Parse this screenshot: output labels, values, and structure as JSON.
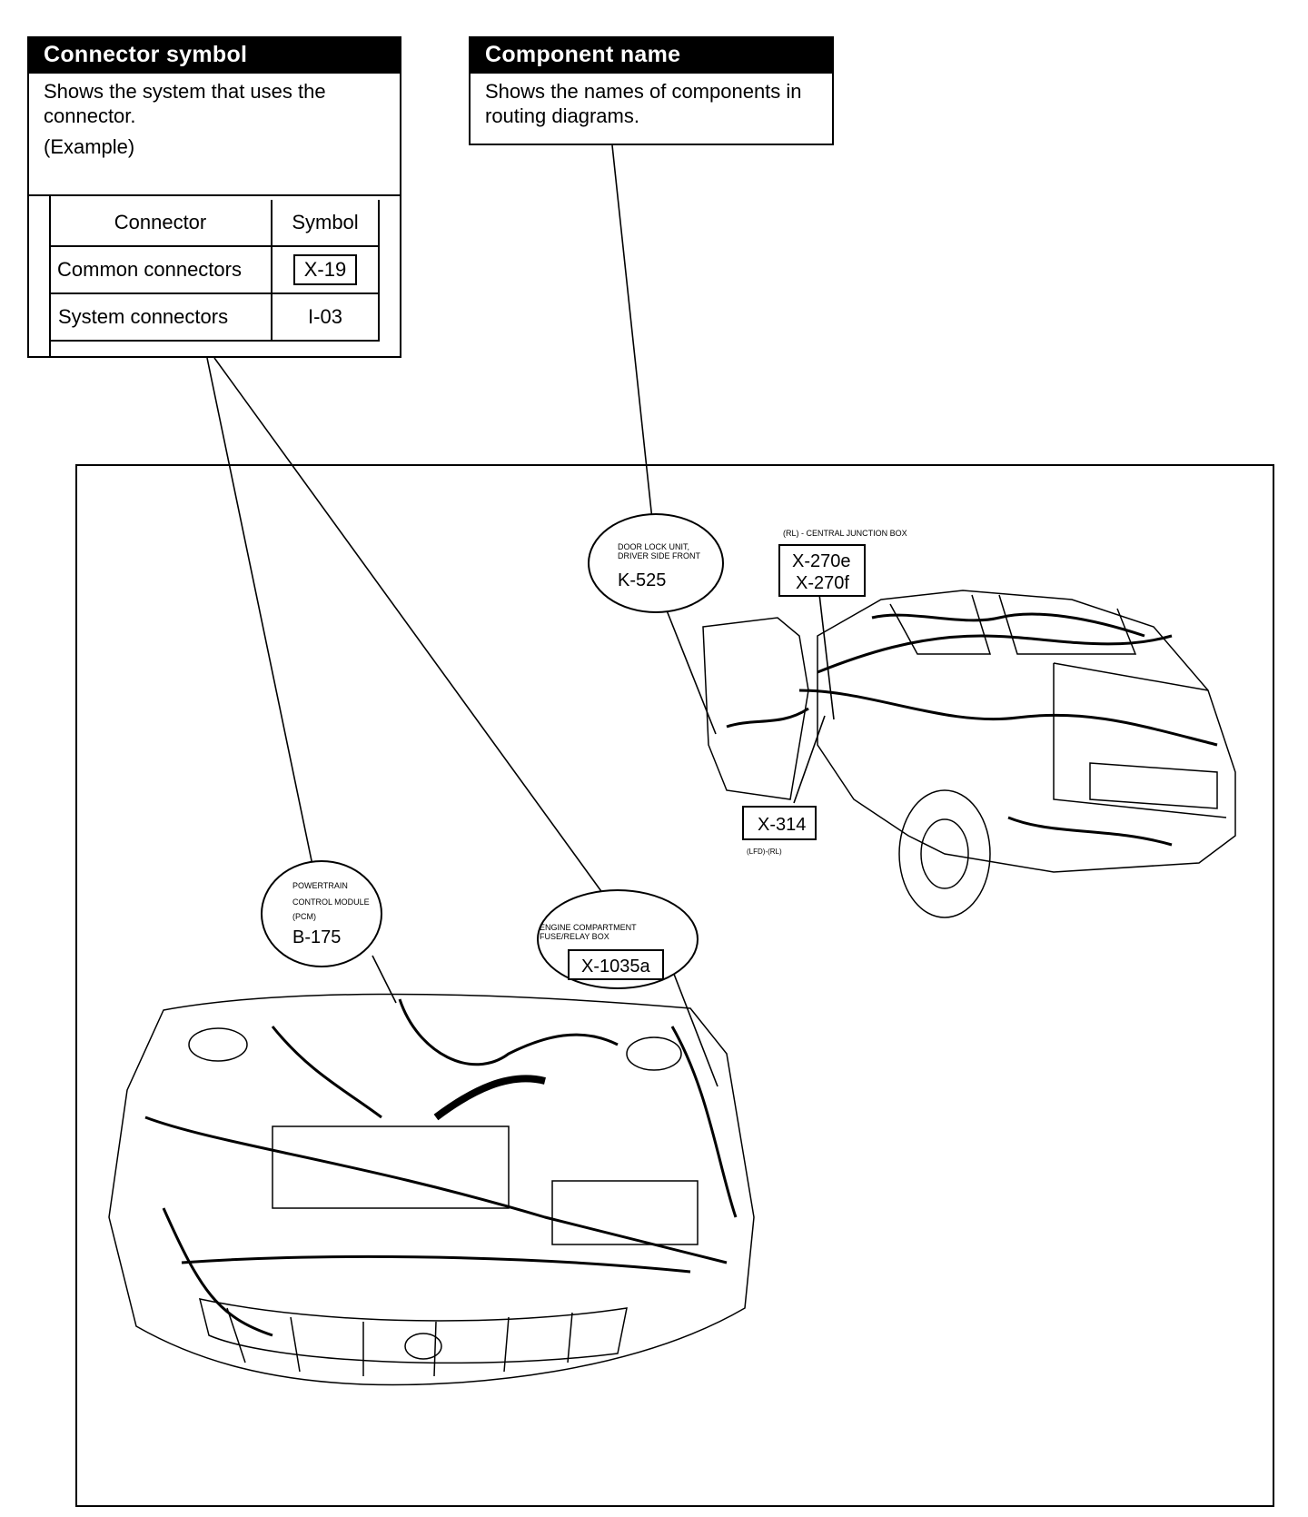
{
  "connector_symbol": {
    "title": "Connector symbol",
    "description": "Shows the system that uses the connector.",
    "example_label": "(Example)",
    "table": {
      "headers": [
        "Connector",
        "Symbol"
      ],
      "rows": [
        {
          "connector": "Common connectors",
          "symbol": "X-19"
        },
        {
          "connector": "System connectors",
          "symbol": "I-03"
        }
      ]
    }
  },
  "component_name": {
    "title": "Component name",
    "description": "Shows the names of components in routing diagrams."
  },
  "callouts": {
    "door_lock": {
      "name_line1": "DOOR LOCK UNIT,",
      "name_line2": "DRIVER SIDE FRONT",
      "code": "K-525"
    },
    "central_junction": {
      "label": "(RL) - CENTRAL JUNCTION BOX",
      "code1": "X-270e",
      "code2": "X-270f"
    },
    "x314": {
      "code": "X-314",
      "sub": "(LFD)-(RL)"
    },
    "pcm": {
      "line1": "POWERTRAIN",
      "line2": "CONTROL MODULE",
      "line3": "(PCM)",
      "code": "B-175"
    },
    "fuse_box": {
      "line1": "ENGINE COMPARTMENT",
      "line2": "FUSE/RELAY BOX",
      "code": "X-1035a"
    }
  }
}
